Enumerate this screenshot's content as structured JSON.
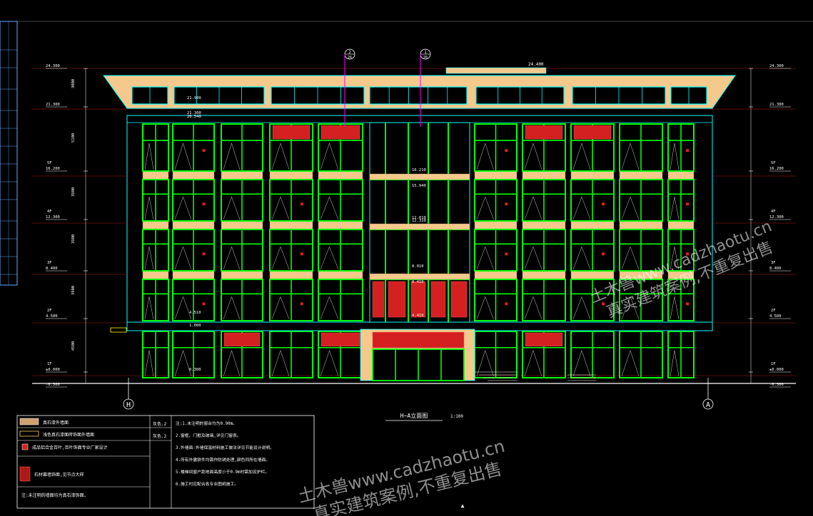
{
  "drawing": {
    "title": "H~A立面图",
    "scale": "1:100",
    "axis_left": "H",
    "axis_right": "A",
    "bubble_top_1": {
      "num": "2",
      "sub": "26"
    },
    "bubble_top_2": {
      "num": "1",
      "sub": "26"
    },
    "roof_mark": "24.400"
  },
  "elev_left": [
    {
      "label": "24.300",
      "floor": ""
    },
    {
      "label": "21.300",
      "floor": ""
    },
    {
      "label": "16.200",
      "floor": "5F"
    },
    {
      "label": "12.300",
      "floor": "4F"
    },
    {
      "label": "8.400",
      "floor": "3F"
    },
    {
      "label": "4.500",
      "floor": "2F"
    },
    {
      "label": "±0.000",
      "floor": "1F"
    },
    {
      "label": "-0.300",
      "floor": ""
    }
  ],
  "elev_right": [
    {
      "label": "24.300",
      "floor": ""
    },
    {
      "label": "21.300",
      "floor": ""
    },
    {
      "label": "16.200",
      "floor": "5F"
    },
    {
      "label": "12.300",
      "floor": "4F"
    },
    {
      "label": "8.400",
      "floor": "3F"
    },
    {
      "label": "4.500",
      "floor": "2F"
    },
    {
      "label": "±0.000",
      "floor": "1F"
    },
    {
      "label": "-0.300",
      "floor": ""
    }
  ],
  "inner_marks": [
    "21.900",
    "21.300",
    "20.540",
    "16.210",
    "15.940",
    "12.010",
    "12.310",
    "8.010",
    "8.410",
    "4.410",
    "4.510",
    "1.000",
    "0.300"
  ],
  "dims_left": [
    "3000",
    "5100",
    "3900",
    "3900",
    "3900",
    "4500"
  ],
  "legend": [
    {
      "label": "真石漆外墙面",
      "ref": "灰色.2"
    },
    {
      "label": "浅色真石漆面砖饰面外墙面",
      "ref": "灰色.2"
    },
    {
      "label": "成品铝合金百叶,百叶饰面专业厂家设计",
      "ref": ""
    },
    {
      "label": "石材幕墙饰面,见节点大样",
      "ref": ""
    }
  ],
  "legend_note": "注:未注明的墙面均为真石漆饰面。",
  "notes": [
    "注:1.未注明的窗台均为0.90m。",
    "2.窗框、门框及玻璃,详见门窗表。",
    "3.外墙面:外墙保温材料施工做法详见节能设计说明。",
    "4.所有外露铁件均需作防锈处理,颜色同所在墙面。",
    "5.楼梯间窗户距地面高度小于0.9m时需加设护栏。",
    "6.施工时应配合各专业图纸施工。"
  ],
  "watermark": {
    "line1": "土木兽www.cadzhaotu.cn",
    "line2": "真实建筑案例,不重复出售"
  },
  "colors": {
    "frame": "#00ff00",
    "cyan": "#00ffff",
    "tan": "#f5c88c",
    "red": "#d42020",
    "magenta": "#ff00ff",
    "elev_line": "#ff2020"
  }
}
